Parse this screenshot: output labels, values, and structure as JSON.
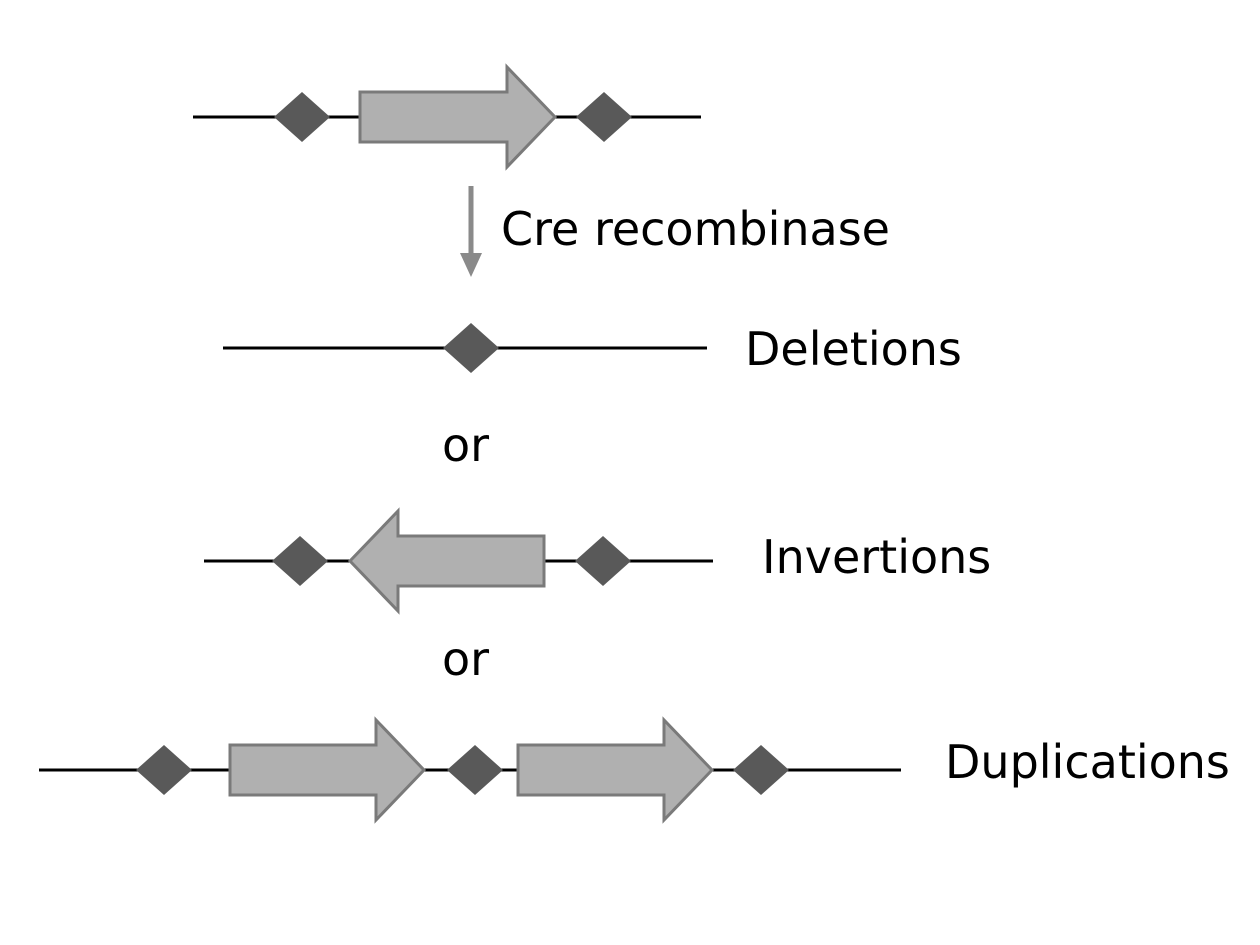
{
  "labels": {
    "step": "Cre recombinase",
    "deletions": "Deletions",
    "or_1": "or",
    "inversions": "Invertions",
    "or_2": "or",
    "duplications": "Duplications"
  },
  "colors": {
    "line": "#000000",
    "site": "#595959",
    "gene_fill": "#b0b0b0",
    "gene_stroke": "#7a7a7a",
    "step_arrow": "#8a8a8a"
  }
}
